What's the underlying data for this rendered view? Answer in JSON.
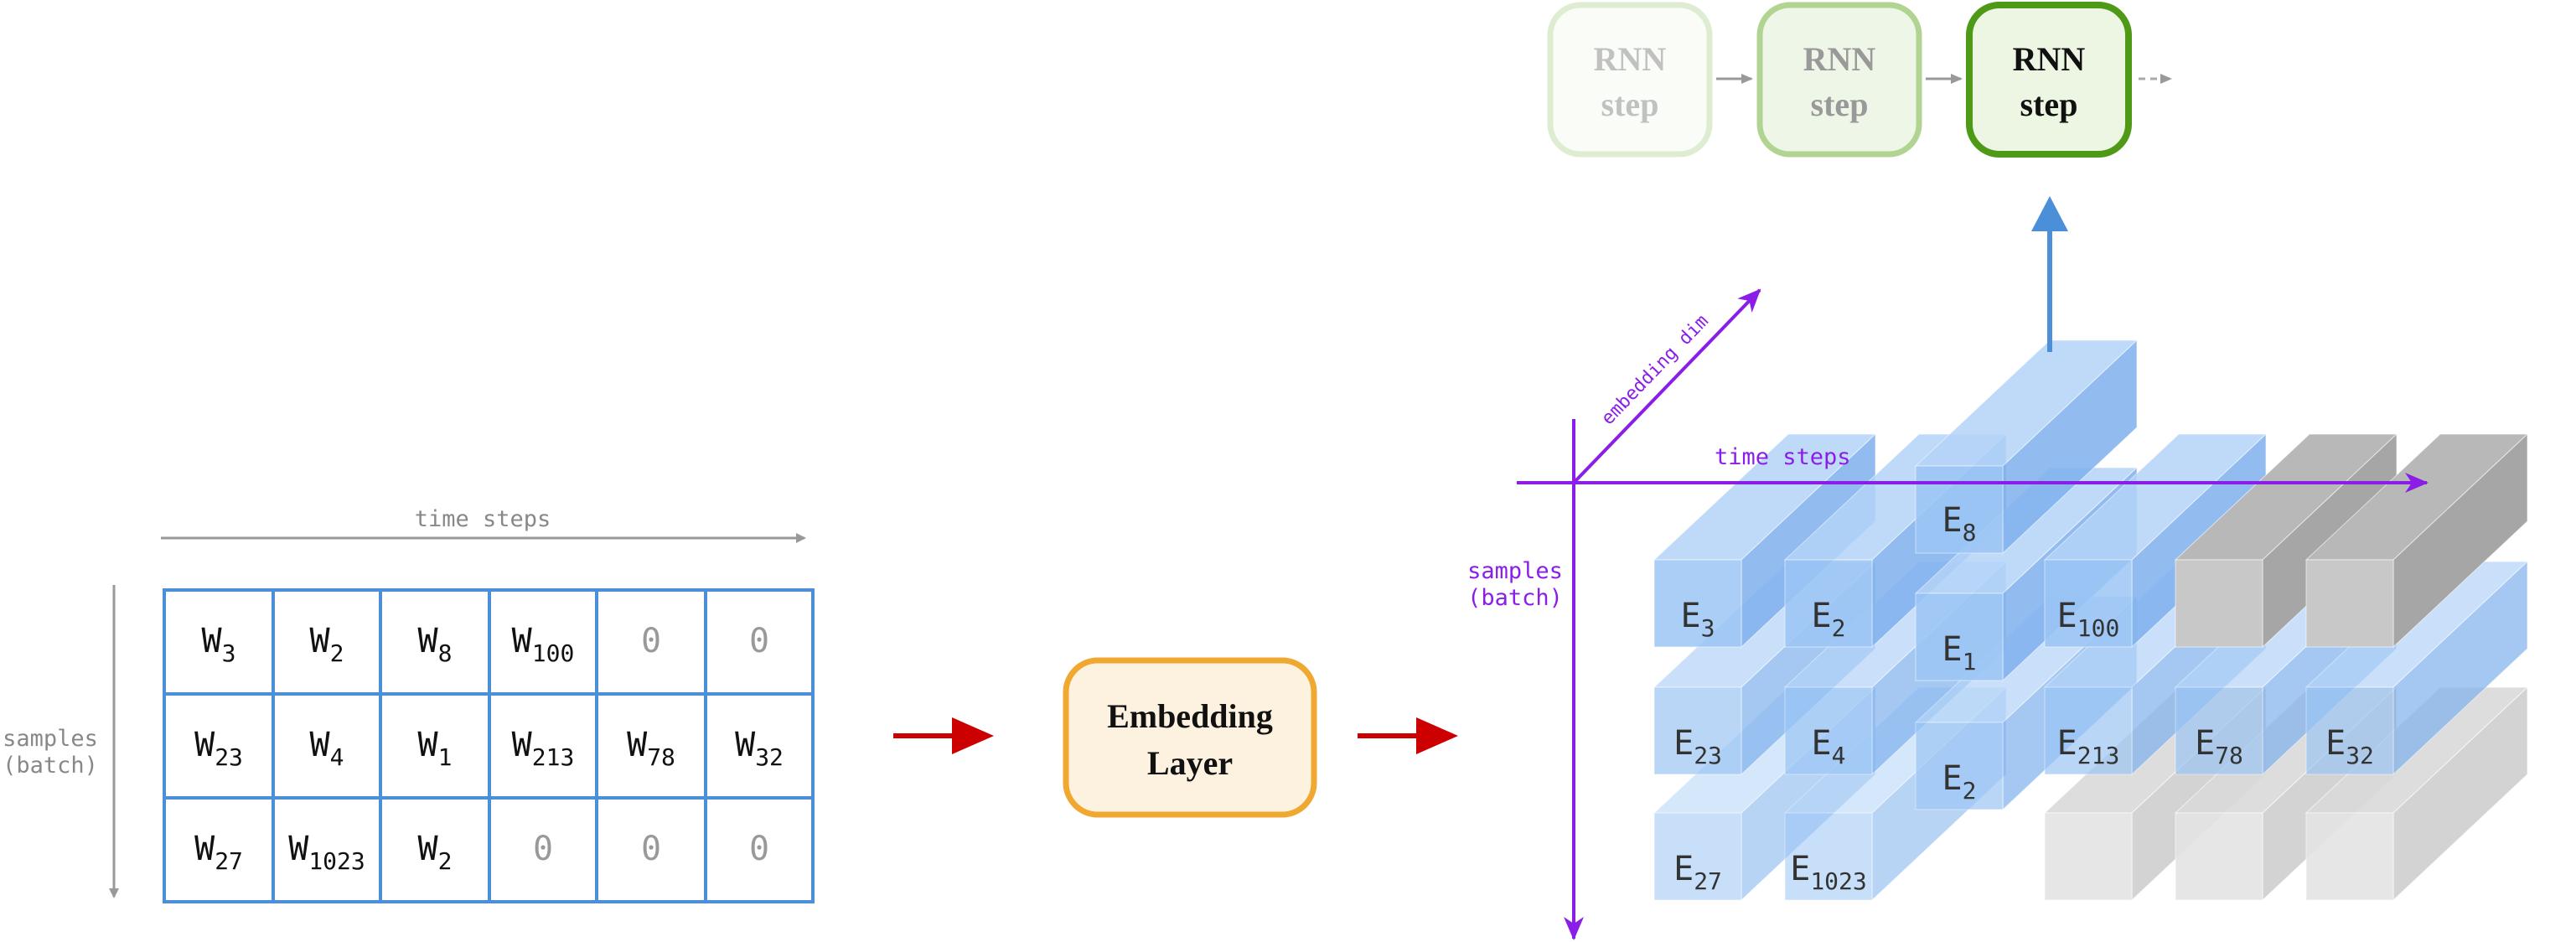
{
  "input_matrix": {
    "x_axis_label": "time steps",
    "y_axis_label_line1": "samples",
    "y_axis_label_line2": "(batch)",
    "rows": [
      [
        {
          "t": "W",
          "s": "3"
        },
        {
          "t": "W",
          "s": "2"
        },
        {
          "t": "W",
          "s": "8"
        },
        {
          "t": "W",
          "s": "100"
        },
        {
          "t": "0",
          "s": ""
        },
        {
          "t": "0",
          "s": ""
        }
      ],
      [
        {
          "t": "W",
          "s": "23"
        },
        {
          "t": "W",
          "s": "4"
        },
        {
          "t": "W",
          "s": "1"
        },
        {
          "t": "W",
          "s": "213"
        },
        {
          "t": "W",
          "s": "78"
        },
        {
          "t": "W",
          "s": "32"
        }
      ],
      [
        {
          "t": "W",
          "s": "27"
        },
        {
          "t": "W",
          "s": "1023"
        },
        {
          "t": "W",
          "s": "2"
        },
        {
          "t": "0",
          "s": ""
        },
        {
          "t": "0",
          "s": ""
        },
        {
          "t": "0",
          "s": ""
        }
      ]
    ]
  },
  "embedding_layer": {
    "line1": "Embedding",
    "line2": "Layer"
  },
  "rnn_steps": [
    {
      "line1": "RNN",
      "line2": "step"
    },
    {
      "line1": "RNN",
      "line2": "step"
    },
    {
      "line1": "RNN",
      "line2": "step"
    }
  ],
  "tensor": {
    "x_axis_label": "time steps",
    "y_axis_label_line1": "samples",
    "y_axis_label_line2": "(batch)",
    "z_axis_label": "embedding dim",
    "labels": [
      {
        "t": "E",
        "s": "8"
      },
      {
        "t": "E",
        "s": "3"
      },
      {
        "t": "E",
        "s": "2"
      },
      {
        "t": "E",
        "s": "1"
      },
      {
        "t": "E",
        "s": "100"
      },
      {
        "t": "E",
        "s": "23"
      },
      {
        "t": "E",
        "s": "4"
      },
      {
        "t": "E",
        "s": "2"
      },
      {
        "t": "E",
        "s": "213"
      },
      {
        "t": "E",
        "s": "78"
      },
      {
        "t": "E",
        "s": "32"
      },
      {
        "t": "E",
        "s": "27"
      },
      {
        "t": "E",
        "s": "1023"
      }
    ]
  },
  "colors": {
    "grid_blue": "#4a8fd8",
    "arrow_red": "#cc0000",
    "embedding_border": "#f0a830",
    "embedding_fill": "#fdf2e0",
    "rnn_green": "#4e9a16",
    "purple": "#8a1ee8",
    "bar_blue": "#8fbcf3",
    "bar_gray": "#b8b8b8"
  }
}
